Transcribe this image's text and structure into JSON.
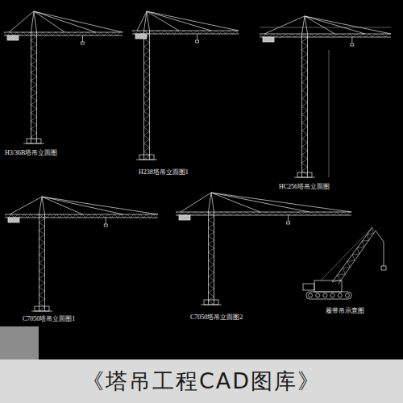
{
  "diagram": {
    "title": "《塔吊工程CAD图库》",
    "labels": [
      "H3/36B塔吊立面图",
      "H238塔吊立面图1",
      "HC256塔吊立面图",
      "C7050塔吊立面图1",
      "C7050塔吊立面图2",
      "履带吊示意图"
    ]
  }
}
